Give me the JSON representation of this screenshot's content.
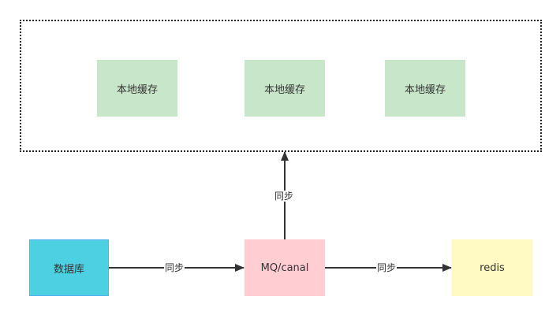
{
  "diagram": {
    "group": {
      "label": ""
    },
    "caches": [
      {
        "label": "本地缓存"
      },
      {
        "label": "本地缓存"
      },
      {
        "label": "本地缓存"
      }
    ],
    "nodes": {
      "database": {
        "label": "数据库"
      },
      "mq": {
        "label": "MQ/canal"
      },
      "redis": {
        "label": "redis"
      }
    },
    "edges": [
      {
        "from": "database",
        "to": "mq",
        "label": "同步"
      },
      {
        "from": "mq",
        "to": "redis",
        "label": "同步"
      },
      {
        "from": "mq",
        "to": "local-cache-group",
        "label": "同步"
      }
    ],
    "colors": {
      "cache": "#c8e6c9",
      "database": "#4dd0e1",
      "mq": "#ffcdd2",
      "redis": "#fff9c4",
      "edge": "#333333"
    }
  }
}
